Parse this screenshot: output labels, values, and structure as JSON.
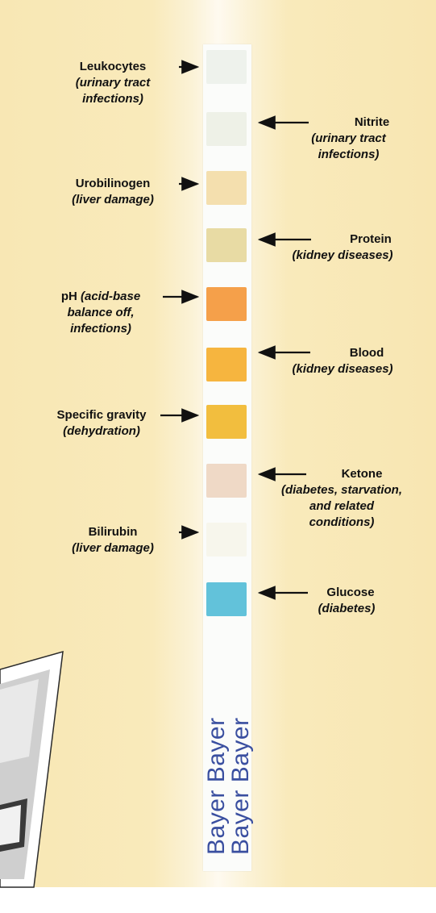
{
  "labels": {
    "leukocytes": {
      "name": "Leukocytes",
      "desc": [
        "(urinary tract",
        "infections)"
      ]
    },
    "nitrite": {
      "name": "Nitrite",
      "desc": [
        "(urinary tract",
        "infections)"
      ]
    },
    "urobilinogen": {
      "name": "Urobilinogen",
      "desc": [
        "(liver damage)"
      ]
    },
    "protein": {
      "name": "Protein",
      "desc": [
        "(kidney diseases)"
      ]
    },
    "ph": {
      "name": "pH",
      "desc_inline": "(acid-base",
      "desc": [
        "balance off,",
        "infections)"
      ]
    },
    "blood": {
      "name": "Blood",
      "desc": [
        "(kidney diseases)"
      ]
    },
    "specific_gravity": {
      "name": "Specific gravity",
      "desc": [
        "(dehydration)"
      ]
    },
    "ketone": {
      "name": "Ketone",
      "desc": [
        "(diabetes, starvation,",
        "and related",
        "conditions)"
      ]
    },
    "bilirubin": {
      "name": "Bilirubin",
      "desc": [
        "(liver damage)"
      ]
    },
    "glucose": {
      "name": "Glucose",
      "desc": [
        "(diabetes)"
      ]
    }
  },
  "strip": {
    "brand_text": [
      "Bayer Bayer",
      "Bayer Bayer"
    ]
  },
  "colors": {
    "leukocytes_pad": "#eef2ec",
    "nitrite_pad": "#eef1e7",
    "urobilinogen_pad": "#f4dfae",
    "protein_pad": "#e8dba4",
    "ph_pad": "#f5a04a",
    "blood_pad": "#f6b53f",
    "specific_gravity_pad": "#f2be3e",
    "ketone_pad": "#efd9c6",
    "bilirubin_pad": "#f7f6ec",
    "glucose_pad": "#62c2da",
    "brand_text": "#3a4fa0"
  }
}
